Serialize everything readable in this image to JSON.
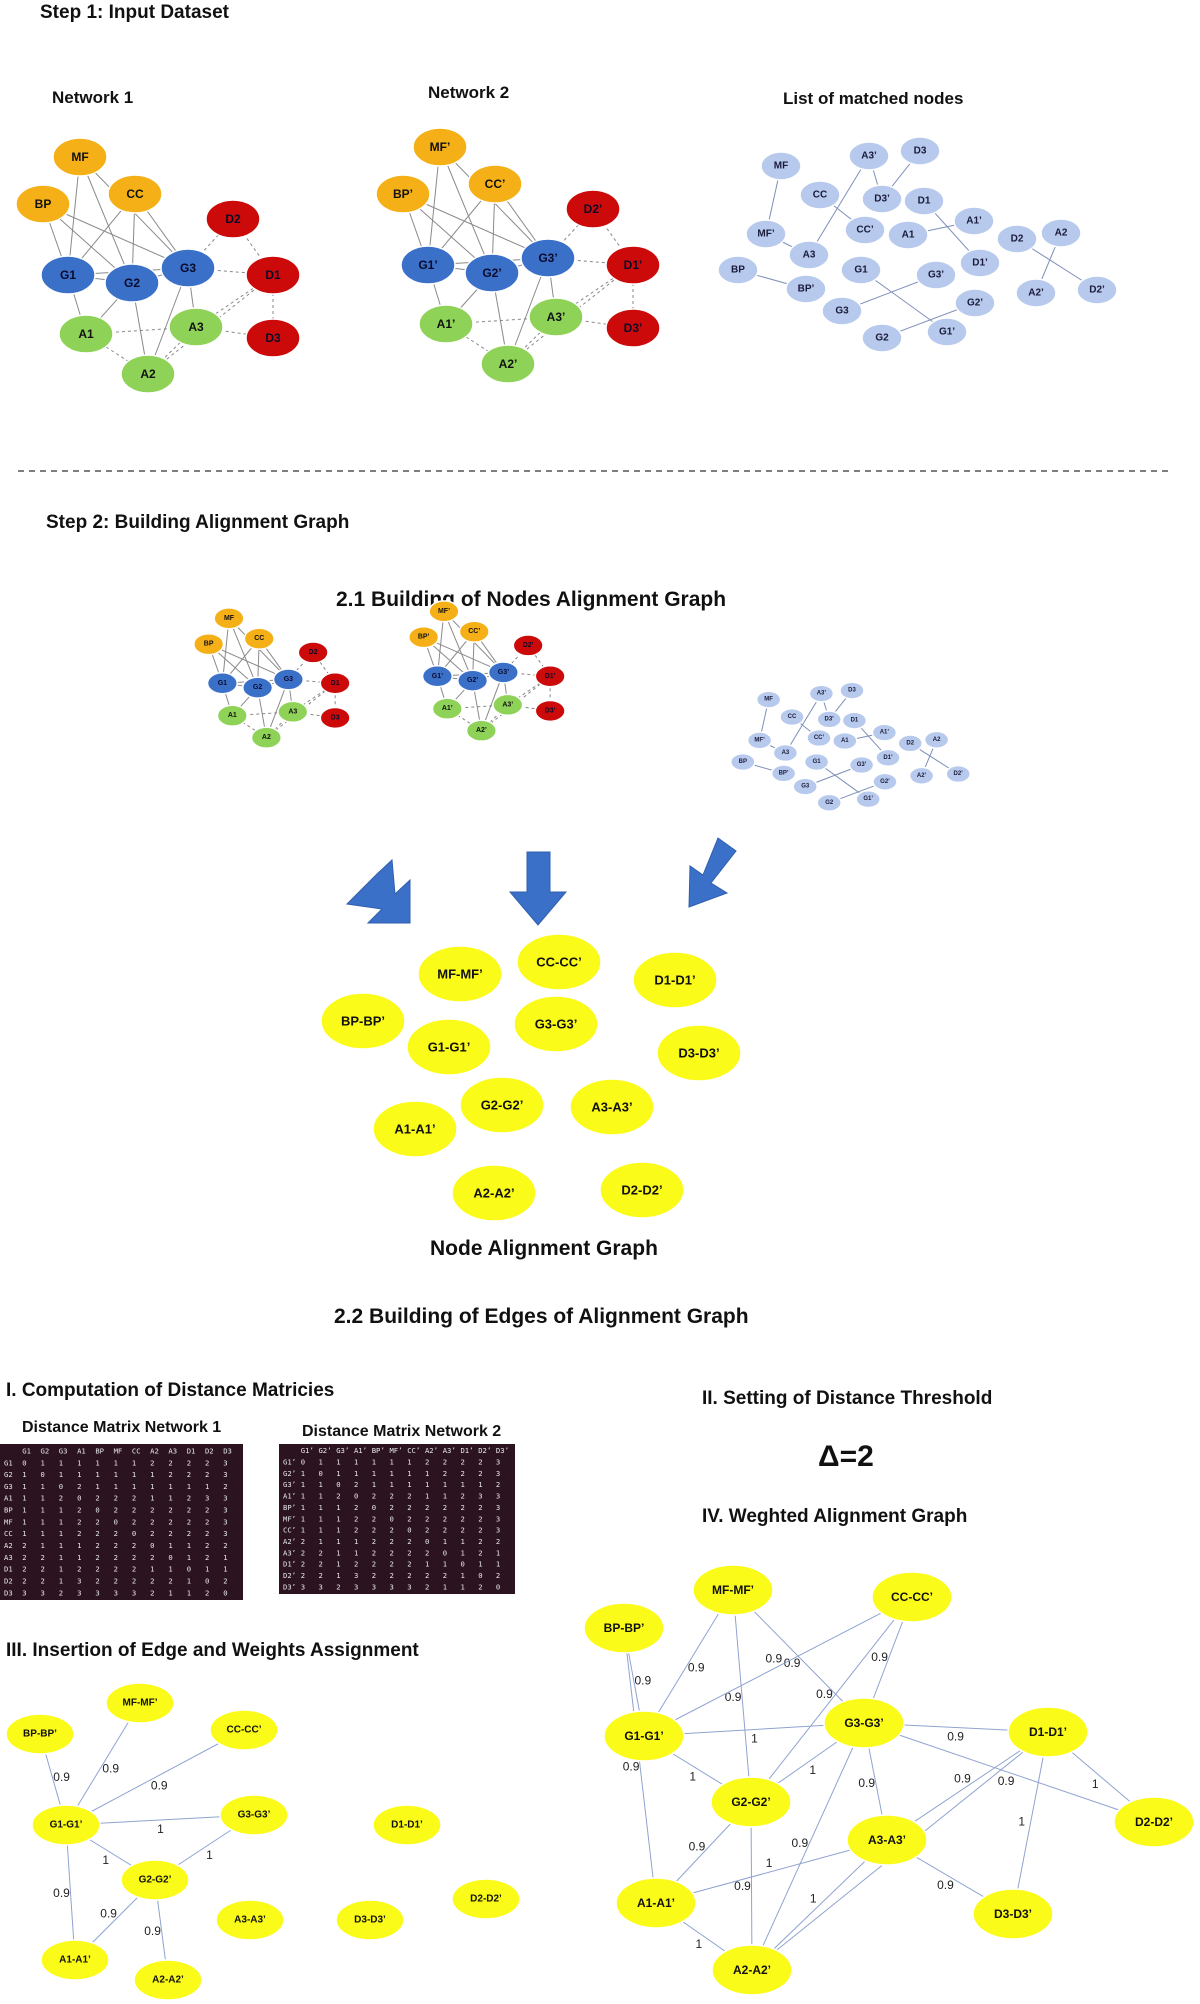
{
  "colors": {
    "orange": "#f5b017",
    "blue": "#3b70c9",
    "red": "#cc0a0a",
    "green": "#8ed257",
    "lightblue": "#b7c9ec",
    "yellow": "#fbfb19",
    "matrix_bg": "#2b1420",
    "arrow": "#3b70c9"
  },
  "step1": {
    "title": "Step 1: Input Dataset",
    "net1_label": "Network 1",
    "net2_label": "Network 2",
    "list_label": "List of matched nodes"
  },
  "network1": {
    "nodes": [
      {
        "id": "MF",
        "label": "MF",
        "color": "orange"
      },
      {
        "id": "BP",
        "label": "BP",
        "color": "orange"
      },
      {
        "id": "CC",
        "label": "CC",
        "color": "orange"
      },
      {
        "id": "D2",
        "label": "D2",
        "color": "red"
      },
      {
        "id": "G1",
        "label": "G1",
        "color": "blue"
      },
      {
        "id": "G2",
        "label": "G2",
        "color": "blue"
      },
      {
        "id": "G3",
        "label": "G3",
        "color": "blue"
      },
      {
        "id": "D1",
        "label": "D1",
        "color": "red"
      },
      {
        "id": "A1",
        "label": "A1",
        "color": "green"
      },
      {
        "id": "A3",
        "label": "A3",
        "color": "green"
      },
      {
        "id": "D3",
        "label": "D3",
        "color": "red"
      },
      {
        "id": "A2",
        "label": "A2",
        "color": "green"
      }
    ]
  },
  "network2": {
    "nodes": [
      {
        "id": "MF",
        "label": "MF’",
        "color": "orange"
      },
      {
        "id": "BP",
        "label": "BP’",
        "color": "orange"
      },
      {
        "id": "CC",
        "label": "CC’",
        "color": "orange"
      },
      {
        "id": "D2",
        "label": "D2’",
        "color": "red"
      },
      {
        "id": "G1",
        "label": "G1’",
        "color": "blue"
      },
      {
        "id": "G2",
        "label": "G2’",
        "color": "blue"
      },
      {
        "id": "G3",
        "label": "G3’",
        "color": "blue"
      },
      {
        "id": "D1",
        "label": "D1’",
        "color": "red"
      },
      {
        "id": "A1",
        "label": "A1’",
        "color": "green"
      },
      {
        "id": "A3",
        "label": "A3’",
        "color": "green"
      },
      {
        "id": "D3",
        "label": "D3’",
        "color": "red"
      },
      {
        "id": "A2",
        "label": "A2’",
        "color": "green"
      }
    ]
  },
  "matched_list": {
    "nodes": [
      "MF",
      "A3’",
      "D3",
      "CC",
      "D3’",
      "D1",
      "CC’",
      "A1",
      "A1’",
      "MF’",
      "A3",
      "D2",
      "A2",
      "BP",
      "G1",
      "G3’",
      "D1’",
      "BP’",
      "G2’",
      "A2’",
      "D2’",
      "G3",
      "G2",
      "G1’"
    ]
  },
  "step2": {
    "title": "Step 2: Building Alignment Graph",
    "sub1": "2.1 Building of  Nodes Alignment Graph",
    "node_graph_caption": "Node Alignment Graph",
    "sub2": "2.2 Building of  Edges of Alignment Graph"
  },
  "alignment_nodes": [
    "MF-MF’",
    "CC-CC’",
    "D1-D1’",
    "BP-BP’",
    "G3-G3’",
    "G1-G1’",
    "D3-D3’",
    "G2-G2’",
    "A3-A3’",
    "A1-A1’",
    "A2-A2’",
    "D2-D2’"
  ],
  "section_I": {
    "title": "I. Computation of Distance Matricies",
    "m1_title": "Distance Matrix Network 1",
    "m2_title": "Distance Matrix Network 2",
    "m1_headers": [
      "G1",
      "G2",
      "G3",
      "A1",
      "BP",
      "MF",
      "CC",
      "A2",
      "A3",
      "D1",
      "D2",
      "D3"
    ],
    "m1_rows": [
      [
        "G1",
        "0",
        "1",
        "1",
        "1",
        "1",
        "1",
        "1",
        "2",
        "2",
        "2",
        "2",
        "3"
      ],
      [
        "G2",
        "1",
        "0",
        "1",
        "1",
        "1",
        "1",
        "1",
        "1",
        "2",
        "2",
        "2",
        "3"
      ],
      [
        "G3",
        "1",
        "1",
        "0",
        "2",
        "1",
        "1",
        "1",
        "1",
        "1",
        "1",
        "1",
        "2"
      ],
      [
        "A1",
        "1",
        "1",
        "2",
        "0",
        "2",
        "2",
        "2",
        "1",
        "1",
        "2",
        "3",
        "3"
      ],
      [
        "BP",
        "1",
        "1",
        "1",
        "2",
        "0",
        "2",
        "2",
        "2",
        "2",
        "2",
        "2",
        "3"
      ],
      [
        "MF",
        "1",
        "1",
        "1",
        "2",
        "2",
        "0",
        "2",
        "2",
        "2",
        "2",
        "2",
        "3"
      ],
      [
        "CC",
        "1",
        "1",
        "1",
        "2",
        "2",
        "2",
        "0",
        "2",
        "2",
        "2",
        "2",
        "3"
      ],
      [
        "A2",
        "2",
        "1",
        "1",
        "1",
        "2",
        "2",
        "2",
        "0",
        "1",
        "1",
        "2",
        "2"
      ],
      [
        "A3",
        "2",
        "2",
        "1",
        "1",
        "2",
        "2",
        "2",
        "2",
        "0",
        "1",
        "2",
        "1"
      ],
      [
        "D1",
        "2",
        "2",
        "1",
        "2",
        "2",
        "2",
        "2",
        "1",
        "1",
        "0",
        "1",
        "1"
      ],
      [
        "D2",
        "2",
        "2",
        "1",
        "3",
        "2",
        "2",
        "2",
        "2",
        "2",
        "1",
        "0",
        "2"
      ],
      [
        "D3",
        "3",
        "3",
        "2",
        "3",
        "3",
        "3",
        "3",
        "2",
        "1",
        "1",
        "2",
        "0"
      ]
    ],
    "m2_headers": [
      "G1’",
      "G2’",
      "G3’",
      "A1’",
      "BP’",
      "MF’",
      "CC’",
      "A2’",
      "A3’",
      "D1’",
      "D2’",
      "D3’"
    ],
    "m2_rows": [
      [
        "G1’",
        "0",
        "1",
        "1",
        "1",
        "1",
        "1",
        "1",
        "2",
        "2",
        "2",
        "2",
        "3"
      ],
      [
        "G2’",
        "1",
        "0",
        "1",
        "1",
        "1",
        "1",
        "1",
        "1",
        "2",
        "2",
        "2",
        "3"
      ],
      [
        "G3’",
        "1",
        "1",
        "0",
        "2",
        "1",
        "1",
        "1",
        "1",
        "1",
        "1",
        "1",
        "2"
      ],
      [
        "A1’",
        "1",
        "1",
        "2",
        "0",
        "2",
        "2",
        "2",
        "1",
        "1",
        "2",
        "3",
        "3"
      ],
      [
        "BP’",
        "1",
        "1",
        "1",
        "2",
        "0",
        "2",
        "2",
        "2",
        "2",
        "2",
        "2",
        "3"
      ],
      [
        "MF’",
        "1",
        "1",
        "1",
        "2",
        "2",
        "0",
        "2",
        "2",
        "2",
        "2",
        "2",
        "3"
      ],
      [
        "CC’",
        "1",
        "1",
        "1",
        "2",
        "2",
        "2",
        "0",
        "2",
        "2",
        "2",
        "2",
        "3"
      ],
      [
        "A2’",
        "2",
        "1",
        "1",
        "1",
        "2",
        "2",
        "2",
        "0",
        "1",
        "1",
        "2",
        "2"
      ],
      [
        "A3’",
        "2",
        "2",
        "1",
        "1",
        "2",
        "2",
        "2",
        "2",
        "0",
        "1",
        "2",
        "1"
      ],
      [
        "D1’",
        "2",
        "2",
        "1",
        "2",
        "2",
        "2",
        "2",
        "1",
        "1",
        "0",
        "1",
        "1"
      ],
      [
        "D2’",
        "2",
        "2",
        "1",
        "3",
        "2",
        "2",
        "2",
        "2",
        "2",
        "1",
        "0",
        "2"
      ],
      [
        "D3’",
        "3",
        "3",
        "2",
        "3",
        "3",
        "3",
        "3",
        "2",
        "1",
        "1",
        "2",
        "0"
      ]
    ]
  },
  "section_II": {
    "title": "II. Setting of Distance Threshold",
    "threshold": "Δ=2"
  },
  "section_III": {
    "title": "III. Insertion of Edge and Weights Assignment",
    "edges": [
      {
        "from": "G1-G1’",
        "to": "BP-BP’",
        "w": "0.9"
      },
      {
        "from": "G1-G1’",
        "to": "MF-MF’",
        "w": "0.9"
      },
      {
        "from": "G1-G1’",
        "to": "CC-CC’",
        "w": "0.9"
      },
      {
        "from": "G1-G1’",
        "to": "G3-G3’",
        "w": "1"
      },
      {
        "from": "G1-G1’",
        "to": "G2-G2’",
        "w": "1"
      },
      {
        "from": "G2-G2’",
        "to": "G3-G3’",
        "w": "1"
      },
      {
        "from": "G1-G1’",
        "to": "A1-A1’",
        "w": "0.9"
      },
      {
        "from": "G2-G2’",
        "to": "A1-A1’",
        "w": "0.9"
      },
      {
        "from": "G2-G2’",
        "to": "A2-A2’",
        "w": "0.9"
      }
    ]
  },
  "section_IV": {
    "title": "IV. Weghted Alignment Graph",
    "edges": [
      {
        "from": "BP-BP’",
        "to": "A1-A1’",
        "w": "0.9"
      },
      {
        "from": "G1-G1’",
        "to": "BP-BP’",
        "w": "0.9"
      },
      {
        "from": "G1-G1’",
        "to": "MF-MF’",
        "w": "0.9"
      },
      {
        "from": "MF-MF’",
        "to": "G2-G2’",
        "w": "0.9"
      },
      {
        "from": "MF-MF’",
        "to": "G3-G3’",
        "w": "0.9"
      },
      {
        "from": "CC-CC’",
        "to": "G1-G1’",
        "w": "0.9"
      },
      {
        "from": "CC-CC’",
        "to": "G2-G2’",
        "w": "0.9"
      },
      {
        "from": "CC-CC’",
        "to": "G3-G3’",
        "w": "0.9"
      },
      {
        "from": "G1-G1’",
        "to": "G3-G3’",
        "w": "1"
      },
      {
        "from": "G1-G1’",
        "to": "G2-G2’",
        "w": "1"
      },
      {
        "from": "G2-G2’",
        "to": "G3-G3’",
        "w": "1"
      },
      {
        "from": "G3-G3’",
        "to": "D1-D1’",
        "w": "0.9"
      },
      {
        "from": "G3-G3’",
        "to": "D2-D2’",
        "w": "0.9"
      },
      {
        "from": "G3-G3’",
        "to": "A3-A3’",
        "w": "0.9"
      },
      {
        "from": "G3-G3’",
        "to": "A2-A2’",
        "w": "0.9"
      },
      {
        "from": "D1-D1’",
        "to": "A3-A3’",
        "w": "0.9"
      },
      {
        "from": "D1-D1’",
        "to": "D2-D2’",
        "w": "1"
      },
      {
        "from": "D1-D1’",
        "to": "D3-D3’",
        "w": "1"
      },
      {
        "from": "D1-D1’",
        "to": "A2-A2’",
        "w": "0.9"
      },
      {
        "from": "A3-A3’",
        "to": "D3-D3’",
        "w": "0.9"
      },
      {
        "from": "A3-A3’",
        "to": "A1-A1’",
        "w": "1"
      },
      {
        "from": "A3-A3’",
        "to": "A2-A2’",
        "w": "1"
      },
      {
        "from": "G2-G2’",
        "to": "A1-A1’",
        "w": "0.9"
      },
      {
        "from": "G2-G2’",
        "to": "A2-A2’",
        "w": "0.9"
      },
      {
        "from": "A1-A1’",
        "to": "A2-A2’",
        "w": "1"
      }
    ]
  }
}
